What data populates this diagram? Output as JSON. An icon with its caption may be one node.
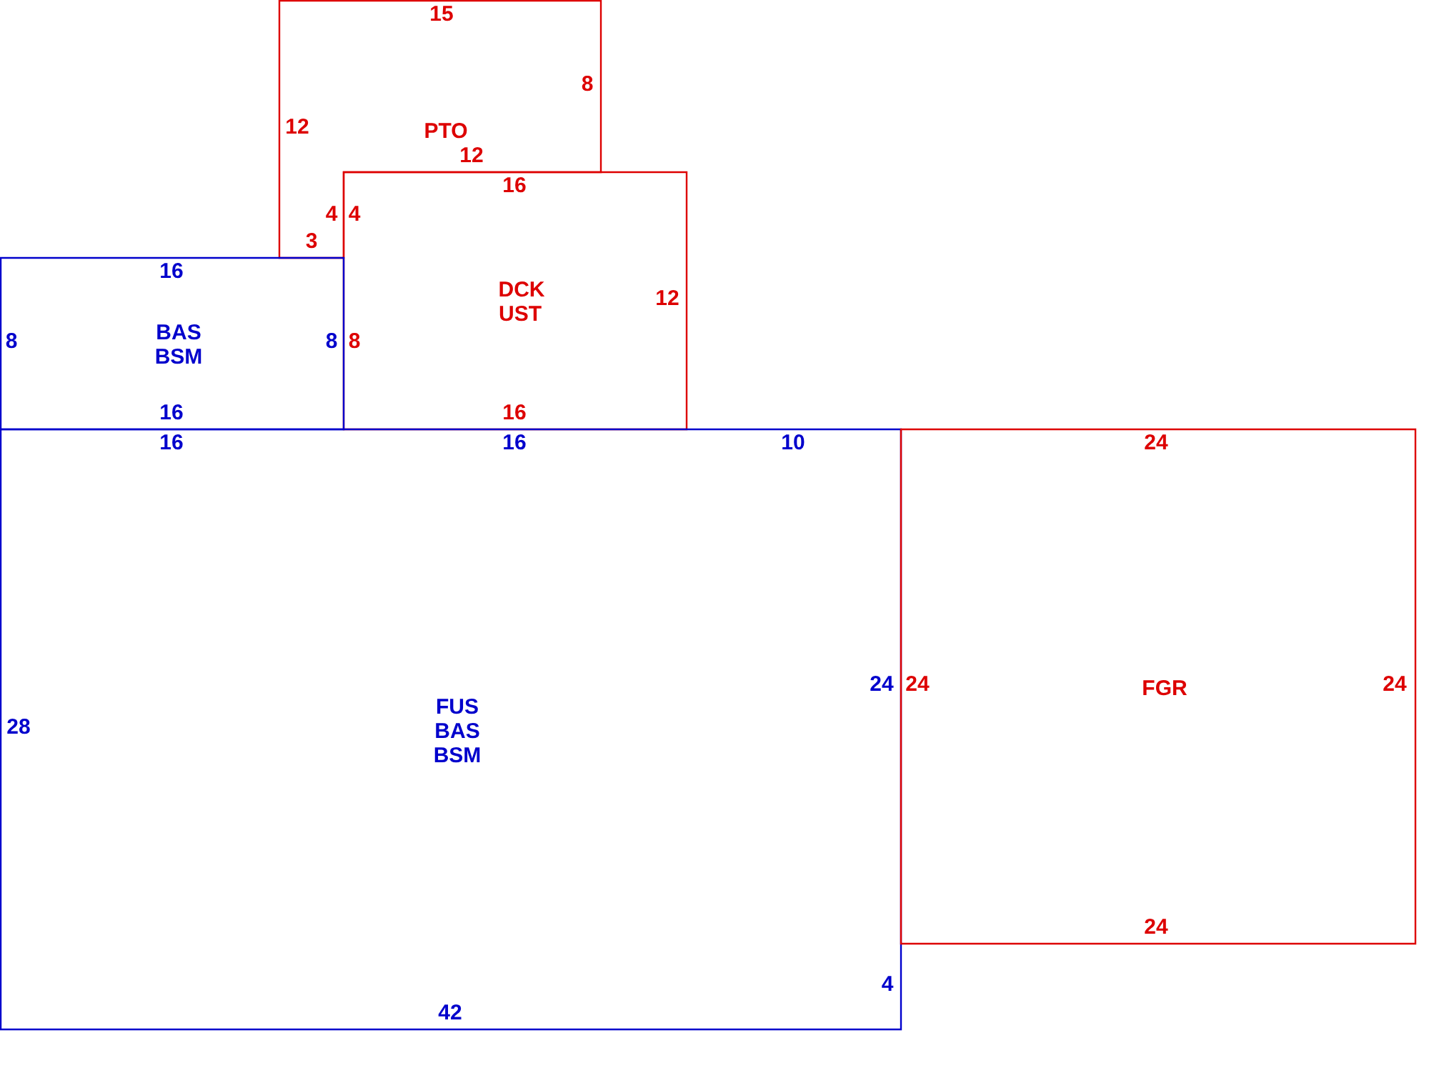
{
  "diagram": {
    "nodes": [
      {
        "text": [
          "15",
          "8",
          "12",
          "PTO",
          "12",
          "4",
          "3"
        ]
      },
      {
        "text": [
          "16",
          "4",
          "DCK",
          "UST",
          "12",
          "8",
          "16"
        ]
      },
      {
        "text": [
          "16",
          "8",
          "BAS",
          "BSM",
          "8",
          "16"
        ]
      },
      {
        "text": [
          "16",
          "16",
          "10",
          "24",
          "FUS",
          "BAS",
          "BSM",
          "28",
          "4",
          "42"
        ]
      },
      {
        "text": [
          "24",
          "24",
          "FGR",
          "24",
          "24"
        ]
      }
    ]
  }
}
